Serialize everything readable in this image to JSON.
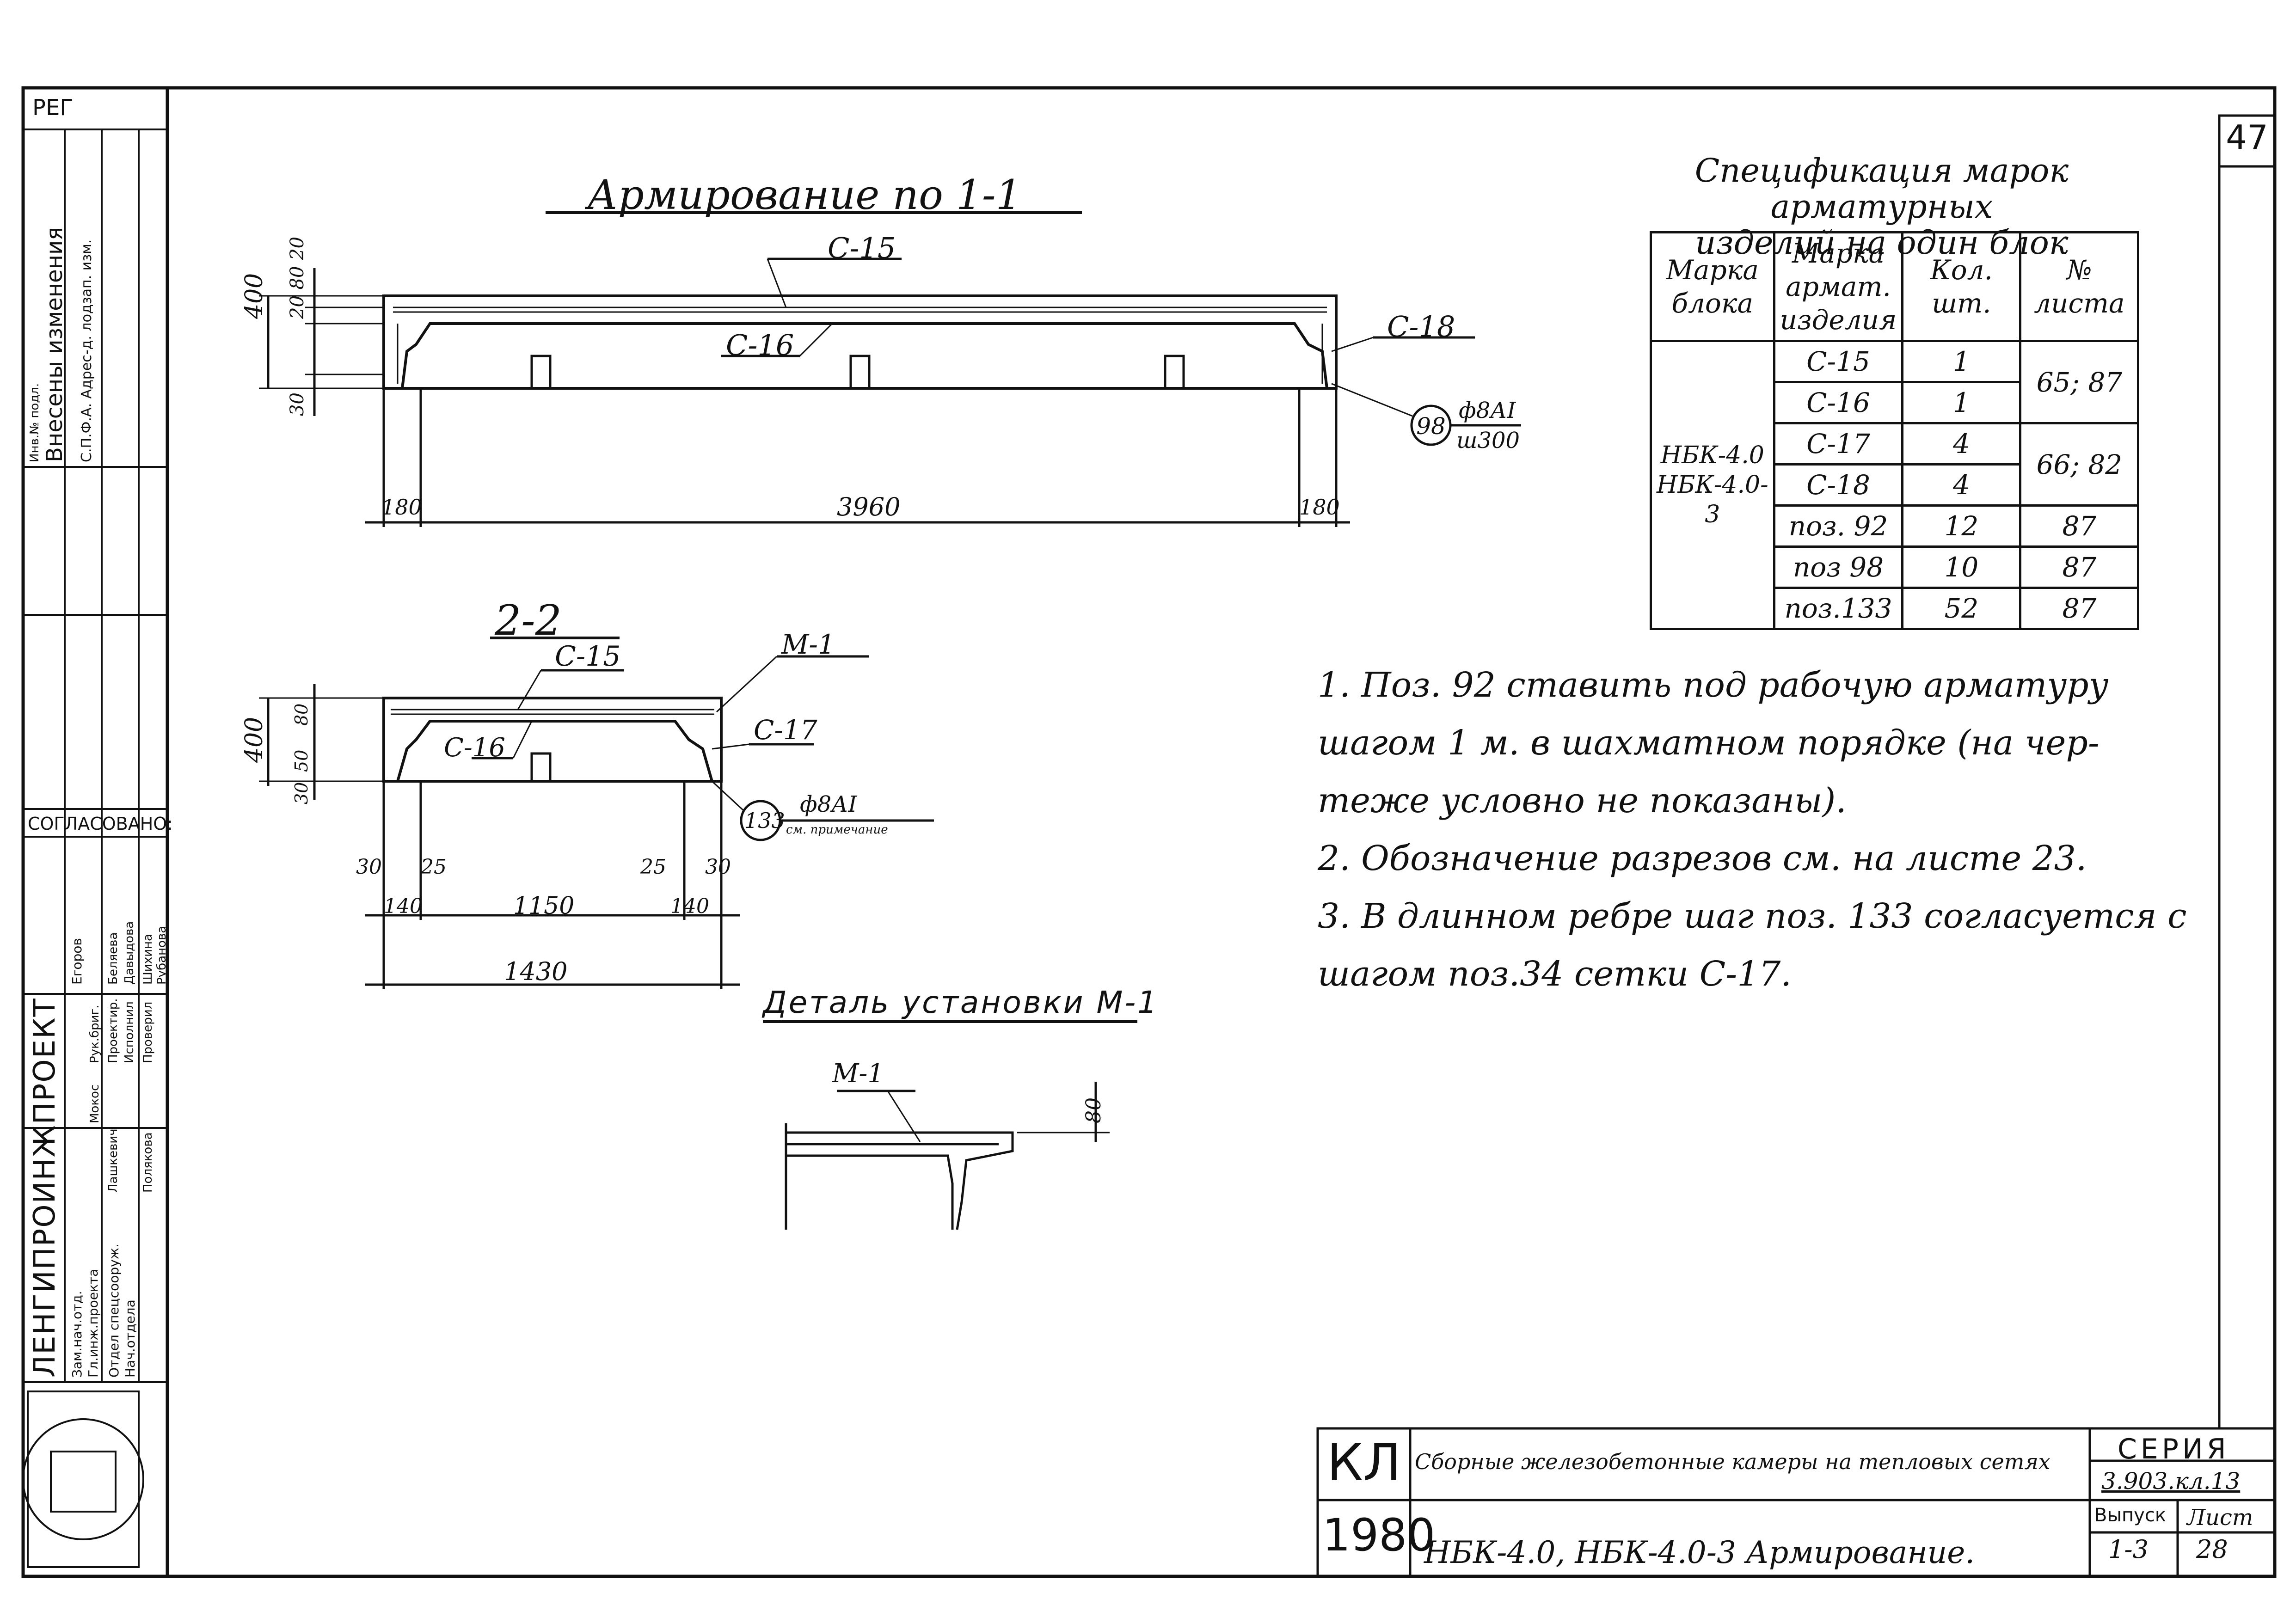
{
  "sheet_number": "47",
  "views": {
    "section_1_1": {
      "title": "Армирование по 1-1",
      "labels": [
        "С-15",
        "С-16",
        "С-18"
      ],
      "callout": {
        "number": "98",
        "line1": "ф8АI",
        "line2": "ш300"
      },
      "dims": {
        "height": "400",
        "stack": "20 80 20",
        "stack2": "20",
        "bottom": "30",
        "left": "180",
        "span": "3960",
        "right": "180"
      }
    },
    "section_2_2": {
      "title": "2-2",
      "labels": [
        "С-15",
        "М-1",
        "С-17",
        "С-16"
      ],
      "callout": {
        "number": "133",
        "line1": "ф8АI",
        "line2": "см. примечание"
      },
      "dims": {
        "height": "400",
        "top": "80",
        "mid": "50",
        "bottom": "30",
        "d30l": "30",
        "d25l": "25",
        "d25r": "25",
        "d30r": "30",
        "d140l": "140",
        "inner": "1150",
        "d140r": "140",
        "total": "1430"
      }
    },
    "detail_m1": {
      "title": "Деталь установки М-1",
      "label": "М-1",
      "dim": "80"
    }
  },
  "specification": {
    "title_line1": "Спецификация марок арматурных",
    "title_line2": "изделий на один блок",
    "headers": [
      "Марка блока",
      "Марка армат. изделия",
      "Кол. шт.",
      "№ листа"
    ],
    "block_marks": [
      "НБК-4.0",
      "НБК-4.0-3"
    ],
    "rows": [
      {
        "mark": "С-15",
        "qty": "1"
      },
      {
        "mark": "С-16",
        "qty": "1"
      },
      {
        "mark": "С-17",
        "qty": "4"
      },
      {
        "mark": "С-18",
        "qty": "4"
      },
      {
        "mark": "поз. 92",
        "qty": "12",
        "sheet": "87"
      },
      {
        "mark": "поз 98",
        "qty": "10",
        "sheet": "87"
      },
      {
        "mark": "поз.133",
        "qty": "52",
        "sheet": "87"
      }
    ],
    "merged_sheets": [
      "65; 87",
      "66; 82"
    ]
  },
  "notes": [
    "1. Поз. 92 ставить под рабочую арматуру",
    "шагом 1 м. в шахматном порядке (на чер-",
    "теже условно не показаны).",
    "2. Обозначение разрезов см. на листе 23.",
    "3. В длинном ребре шаг поз. 133 согласуется с",
    "шагом поз.34 сетки С-17."
  ],
  "title_block": {
    "code": "КЛ",
    "year": "1980",
    "description": "Сборные железобетонные камеры на тепловых сетях",
    "drawing_name": "НБК-4.0, НБК-4.0-3 Армирование.",
    "series_label": "СЕРИЯ",
    "series_value": "3.903.кл.13",
    "issue_label": "Выпуск",
    "issue_value": "1-3",
    "sheet_label": "Лист",
    "sheet_value": "28"
  },
  "side_stamp": {
    "reg": "РЕГ",
    "changes": [
      "Внесены изменения",
      "С.П.Ф.А. Адрес-д. лодзап. изм."
    ],
    "inventory": "Инв.№ подл.",
    "agreed": "СОГЛАСОВАНО:",
    "organization": "ЛЕНГИПРОИНЖПРОЕКТ",
    "roles": [
      "Зам.нач.отд.",
      "Гл.инж.проекта",
      "Отдел спецсооруж.",
      "Нач.отдела"
    ],
    "people": [
      "Егоров",
      "Беляева",
      "Давыдова",
      "Шихина",
      "Рубанова",
      "Лашкевич",
      "Полякова",
      "Мокос"
    ],
    "roles_right": [
      "Рук.бриг.",
      "Проектир.",
      "Исполнил",
      "Проверил"
    ]
  }
}
